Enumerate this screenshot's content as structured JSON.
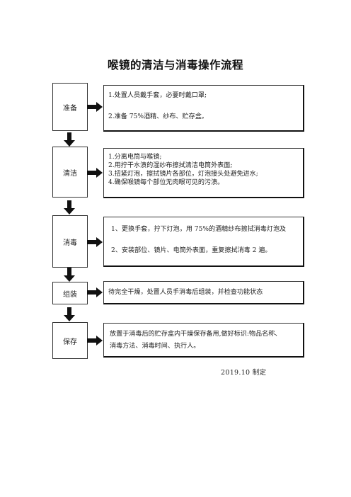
{
  "title": "喉镜的清洁与消毒操作流程",
  "stages": [
    {
      "name": "准备",
      "lines": [
        "1.处置人员戴手套，必要时戴口罩;",
        "2.准备 75%酒精、纱布、贮存盒。"
      ]
    },
    {
      "name": "清洁",
      "lines": [
        "1.分离电筒与喉镜;",
        "2.用拧干水渍的湿纱布擦拭清洁电筒外表面;",
        "3.扭紧灯泡，擦拭镜片各部位，灯泡接头处避免进水;",
        "4.确保喉镜每个部位无肉眼可见的污渍。"
      ]
    },
    {
      "name": "消毒",
      "lines": [
        "1、更换手套，拧下灯泡，用 75%的酒精纱布擦拭消毒灯泡及",
        "2、安装部位、镜片、电筒外表面，重复擦拭消毒 2 遍。"
      ]
    },
    {
      "name": "组装",
      "lines": [
        "待完全干燥，处置人员手消毒后组装，并检查功能状态"
      ]
    },
    {
      "name": "保存",
      "lines": [
        "放置于消毒后的贮存盒内干燥保存备用,做好标识:物品名称、",
        "消毒方法、消毒时间、执行人。"
      ]
    }
  ],
  "footer": "2019.10  制定"
}
